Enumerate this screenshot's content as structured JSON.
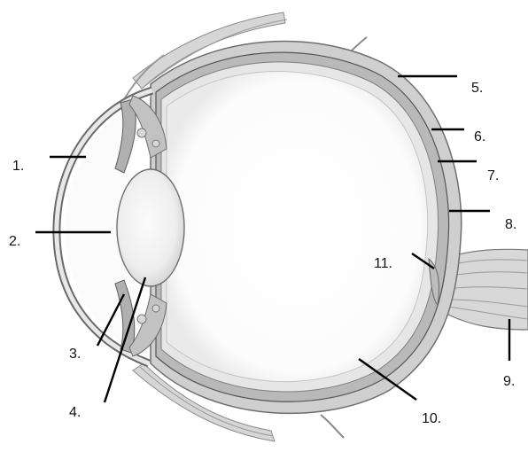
{
  "colors": {
    "background": "#ffffff",
    "tissue_light": "#e2e2e2",
    "tissue_mid": "#a8a8a8",
    "tissue_dark": "#555555",
    "leader_line": "#000000",
    "label_text": "#111111"
  },
  "labels": [
    "1.",
    "2.",
    "3.",
    "4.",
    "5.",
    "6.",
    "7.",
    "8.",
    "9.",
    "10.",
    "11."
  ]
}
